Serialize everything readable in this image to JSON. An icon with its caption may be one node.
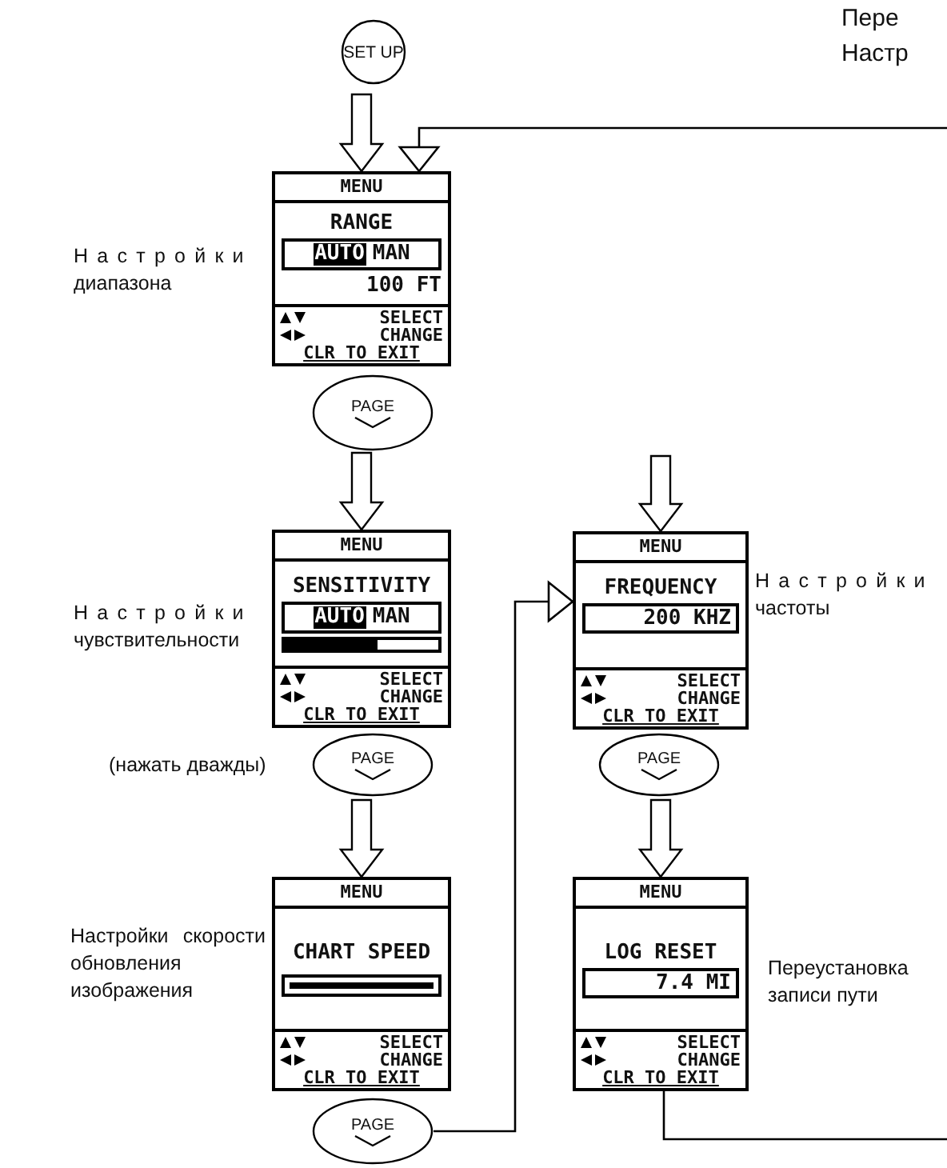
{
  "diagram": {
    "nodes": [
      {
        "text": [
          "SET UP"
        ]
      },
      {
        "text": [
          "MENU",
          "RANGE",
          "AUTO",
          "MAN",
          "100 FT",
          "SELECT",
          "CHANGE",
          "CLR TO EXIT"
        ],
        "beside": [
          "Настройки диапазона"
        ]
      },
      {
        "text": [
          "PAGE"
        ]
      },
      {
        "text": [
          "MENU",
          "SENSITIVITY",
          "AUTO",
          "MAN",
          "SELECT",
          "CHANGE",
          "CLR TO EXIT"
        ],
        "beside": [
          "Настройки чувствительности"
        ]
      },
      {
        "text": [
          "PAGE"
        ],
        "beside": [
          "(нажать дважды)"
        ]
      },
      {
        "text": [
          "MENU",
          "CHART SPEED",
          "SELECT",
          "CHANGE",
          "CLR TO EXIT"
        ],
        "beside": [
          "Настройки скорости обновления изображения"
        ]
      },
      {
        "text": [
          "PAGE"
        ]
      },
      {
        "text": [
          "MENU",
          "FREQUENCY",
          "200 KHZ",
          "SELECT",
          "CHANGE",
          "CLR TO EXIT"
        ],
        "beside": [
          "Настройки частоты"
        ]
      },
      {
        "text": [
          "PAGE"
        ]
      },
      {
        "text": [
          "MENU",
          "LOG RESET",
          "7.4 MI",
          "SELECT",
          "CHANGE",
          "CLR TO EXIT"
        ],
        "beside": [
          "Переустановка записи пути"
        ]
      }
    ],
    "edges": [
      {
        "from": 0,
        "to": 1,
        "arrow": "to",
        "style": "thick"
      },
      {
        "from": null,
        "to": 1,
        "arrow": "to"
      },
      {
        "from": 2,
        "to": 3,
        "arrow": "to",
        "style": "thick"
      },
      {
        "from": 4,
        "to": 5,
        "arrow": "to",
        "style": "thick"
      },
      {
        "from": 6,
        "to": 7,
        "arrow": "to"
      },
      {
        "from": null,
        "to": 7,
        "arrow": "to",
        "style": "thick"
      },
      {
        "from": 8,
        "to": 9,
        "arrow": "to",
        "style": "thick"
      },
      {
        "from": 9,
        "to": null,
        "arrow": "none"
      }
    ],
    "labels": [
      "Пере",
      "Настр"
    ]
  }
}
